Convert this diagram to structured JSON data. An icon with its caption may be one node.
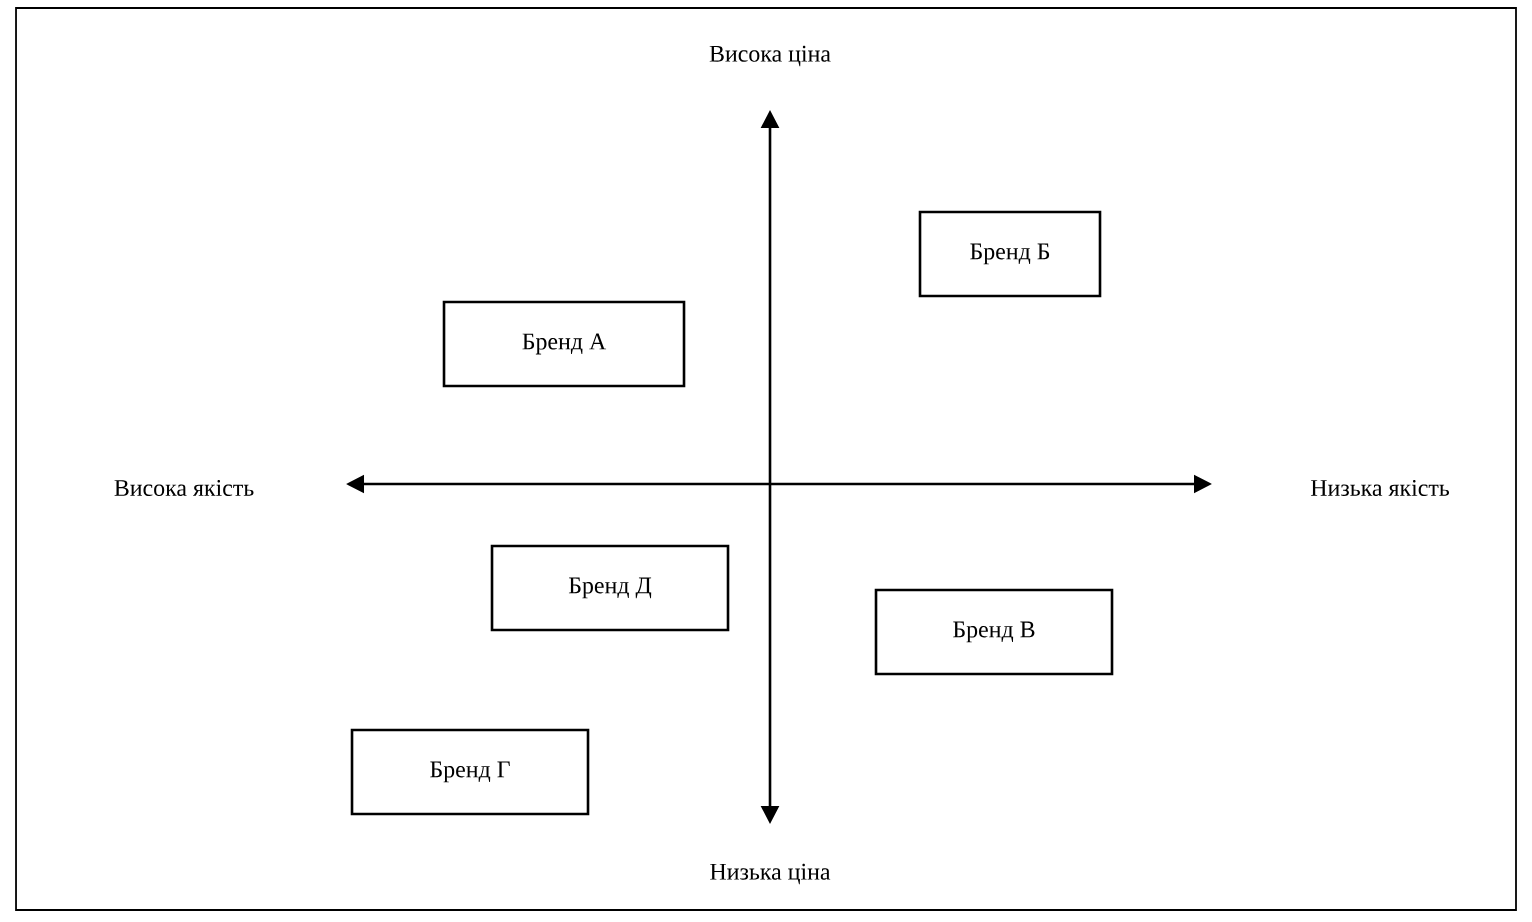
{
  "diagram": {
    "nodes": [
      {
        "text": [
          "Бренд Б"
        ]
      },
      {
        "text": [
          "Бренд А"
        ]
      },
      {
        "text": [
          "Бренд Д"
        ]
      },
      {
        "text": [
          "Бренд В"
        ]
      },
      {
        "text": [
          "Бренд Г"
        ]
      }
    ],
    "labels": [
      "Висока ціна",
      "Висока якість",
      "Низька якість",
      "Низька ціна"
    ]
  }
}
